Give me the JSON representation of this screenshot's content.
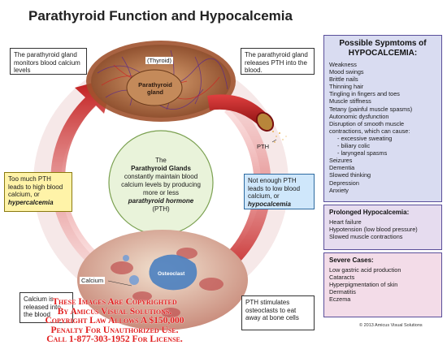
{
  "title": "Parathyroid Function and Hypocalcemia",
  "callouts": {
    "monitor": "The parathyroid gland monitors blood calcium levels",
    "release": "The parathyroid gland releases PTH into the blood.",
    "too_much_pre": "Too much PTH leads to high blood calcium, or",
    "too_much_term": "hypercalcemia",
    "not_enough_pre": "Not enough PTH leads to low blood calcium, or",
    "not_enough_term": "hypocalcemia",
    "stimulates": "PTH stimulates osteoclasts to eat away at bone cells",
    "released": "Calcium is released into the blood"
  },
  "center": {
    "line1": "The",
    "bold": "Parathyroid Glands",
    "line2": "constantly maintain blood calcium levels by producing more or less",
    "italic_bold": "parathyroid hormone",
    "line3": "(PTH)"
  },
  "labels": {
    "thyroid": "(Thyroid)",
    "parathyroid": "Parathyroid gland",
    "pth": "PTH",
    "osteoclast": "Osteoclast",
    "calcium": "Calcium"
  },
  "panels": {
    "possible": {
      "heading": "Possible Sypmtoms of HYPOCALCEMIA:",
      "items": [
        "Weakness",
        "Mood swings",
        "Brittle nails",
        "Thinning hair",
        "Tingling in fingers and toes",
        "Muscle stiffness",
        "Tetany (painful muscle spasms)",
        "Autonomic dysfunction",
        "Disruption of smooth muscle contractions, which can cause:"
      ],
      "subitems": [
        "- excessive sweating",
        "- biliary colic",
        "- laryngeal spasms"
      ],
      "items2": [
        "Seizures",
        "Dementia",
        "Slowed thinking",
        "Depression",
        "Anxiety"
      ]
    },
    "prolonged": {
      "heading": "Prolonged Hypocalcemia:",
      "items": [
        "Heart failure",
        "Hypotension (low blood pressure)",
        "Slowed muscle contractions"
      ]
    },
    "severe": {
      "heading": "Severe Cases:",
      "items": [
        "Low gastric acid production",
        "Cataracts",
        "Hyperpigmentation of skin",
        "Dermatitis",
        "Eczema"
      ]
    }
  },
  "copyright": "© 2013 Amicus Visual Solutions",
  "watermark": [
    "These Images Are Copyrighted",
    "By Amicus Visual Solutions.",
    "Copyright Law Allows A $150,000",
    "Penalty For Unauthorized Use.",
    "Call 1-877-303-1952 For License."
  ],
  "colors": {
    "arrow_red": "#d42a2a",
    "panel_possible": "#d9dcf1",
    "panel_prolonged": "#e6dcef",
    "panel_severe": "#f3dce8",
    "yellow_box": "#fff3a8",
    "blue_box": "#cfe7fb",
    "watermark": "#e11d1d"
  }
}
